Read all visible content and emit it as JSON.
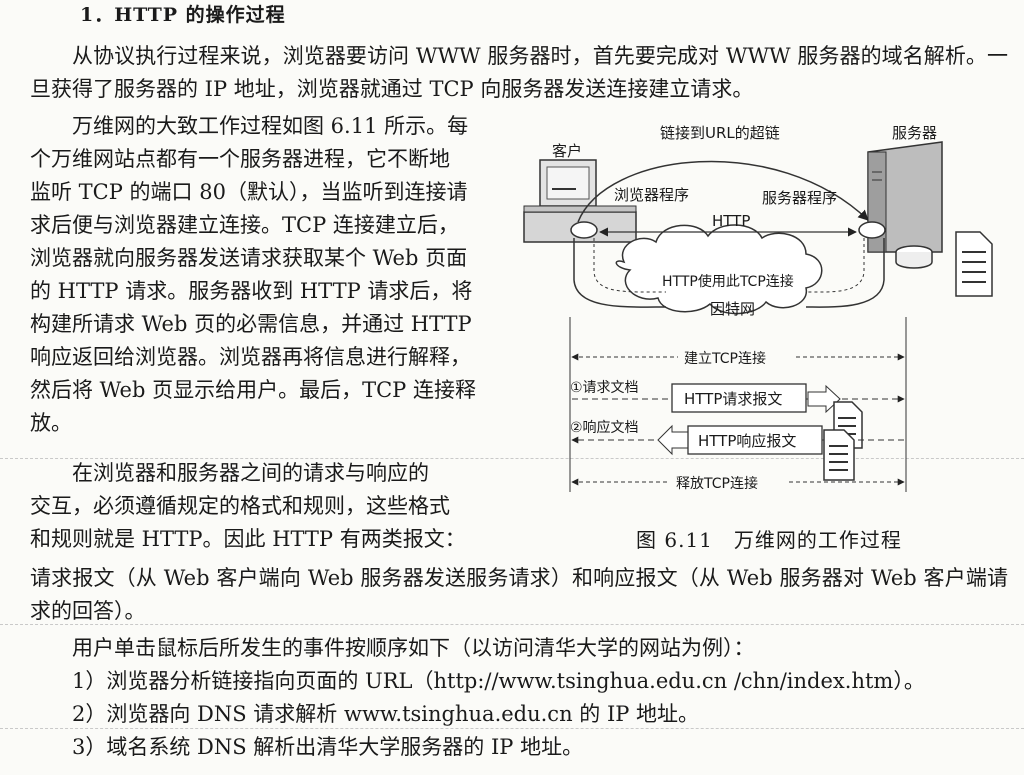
{
  "section": {
    "heading": "1．HTTP 的操作过程"
  },
  "intro": "从协议执行过程来说，浏览器要访问 WWW 服务器时，首先要完成对 WWW 服务器的域名解析。一旦获得了服务器的 IP 地址，浏览器就通过 TCP 向服务器发送连接建立请求。",
  "left_paragraph_1": [
    "万维网的大致工作过程如图 6.11 所示。每",
    "个万维网站点都有一个服务器进程，它不断地",
    "监听 TCP 的端口 80（默认），当监听到连接请",
    "求后便与浏览器建立连接。TCP 连接建立后，",
    "浏览器就向服务器发送请求获取某个 Web 页面",
    "的 HTTP 请求。服务器收到 HTTP 请求后，将",
    "构建所请求 Web 页的必需信息，并通过 HTTP",
    "响应返回给浏览器。浏览器再将信息进行解释，",
    "然后将 Web 页显示给用户。最后，TCP 连接释",
    "放。"
  ],
  "left_paragraph_2": [
    "在浏览器和服务器之间的请求与响应的",
    "交互，必须遵循规定的格式和规则，这些格式",
    "和规则就是 HTTP。因此 HTTP 有两类报文："
  ],
  "full_paragraph": "请求报文（从 Web 客户端向 Web 服务器发送服务请求）和响应报文（从 Web 服务器对 Web 客户端请求的回答）。",
  "steps_intro": "用户单击鼠标后所发生的事件按顺序如下（以访问清华大学的网站为例）：",
  "steps": [
    "1）浏览器分析链接指向页面的 URL（http://www.tsinghua.edu.cn /chn/index.htm）。",
    "2）浏览器向 DNS 请求解析 www.tsinghua.edu.cn 的 IP 地址。",
    "3）域名系统 DNS 解析出清华大学服务器的 IP 地址。"
  ],
  "figure": {
    "caption": "图 6.11　万维网的工作过程",
    "labels": {
      "client": "客户",
      "hyperlink": "链接到URL的超链",
      "server": "服务器",
      "browser_program": "浏览器程序",
      "server_program": "服务器程序",
      "http": "HTTP",
      "http_uses_tcp": "HTTP使用此TCP连接",
      "internet": "因特网",
      "establish_tcp": "建立TCP连接",
      "request_doc": "①请求文档",
      "http_request": "HTTP请求报文",
      "response_doc": "②响应文档",
      "http_response": "HTTP响应报文",
      "release_tcp": "释放TCP连接"
    }
  }
}
